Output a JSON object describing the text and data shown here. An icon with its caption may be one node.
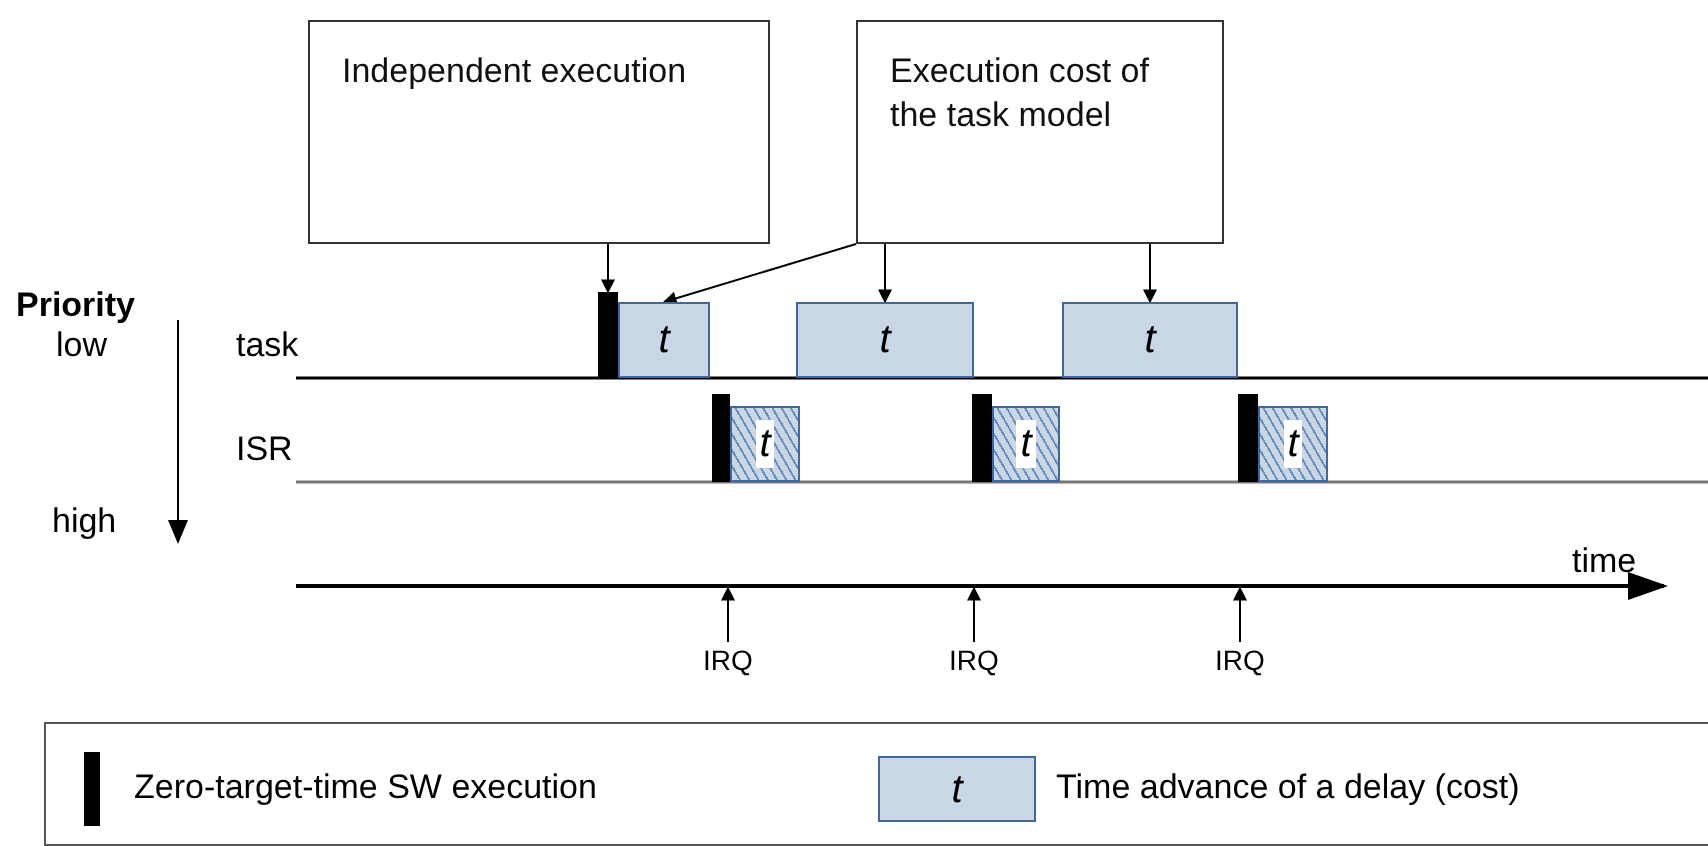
{
  "diagram": {
    "nodes": [
      {
        "text": [
          "Independent execution"
        ]
      },
      {
        "text": [
          "Execution cost of the task model"
        ]
      },
      {
        "text": [],
        "shape": "bar"
      },
      {
        "text": [
          "t"
        ]
      },
      {
        "text": [
          "t"
        ]
      },
      {
        "text": [
          "t"
        ]
      },
      {
        "text": [],
        "shape": "bar"
      },
      {
        "text": [
          "t"
        ]
      },
      {
        "text": [],
        "shape": "bar"
      },
      {
        "text": [
          "t"
        ]
      },
      {
        "text": [],
        "shape": "bar"
      },
      {
        "text": [
          "t"
        ]
      },
      {
        "text": [
          "IRQ"
        ]
      },
      {
        "text": [
          "IRQ"
        ]
      },
      {
        "text": [
          "IRQ"
        ]
      }
    ],
    "edges": [
      {
        "from": 0,
        "to": 2,
        "arrow": "to"
      },
      {
        "from": 1,
        "to": 3,
        "arrow": "to"
      },
      {
        "from": 1,
        "to": 4,
        "arrow": "to"
      },
      {
        "from": 1,
        "to": 5,
        "arrow": "to"
      },
      {
        "from": 12,
        "to": null,
        "arrow": "to"
      },
      {
        "from": 13,
        "to": null,
        "arrow": "to"
      },
      {
        "from": 14,
        "to": null,
        "arrow": "to"
      }
    ],
    "labels": [
      "Priority",
      "low",
      "high",
      "task",
      "ISR",
      "time",
      "t"
    ],
    "legend": [
      {
        "text": "Zero-target-time SW execution",
        "color": "#000000"
      },
      {
        "text": "Time advance of a delay (cost)",
        "color": "#c9d6e6"
      }
    ]
  }
}
